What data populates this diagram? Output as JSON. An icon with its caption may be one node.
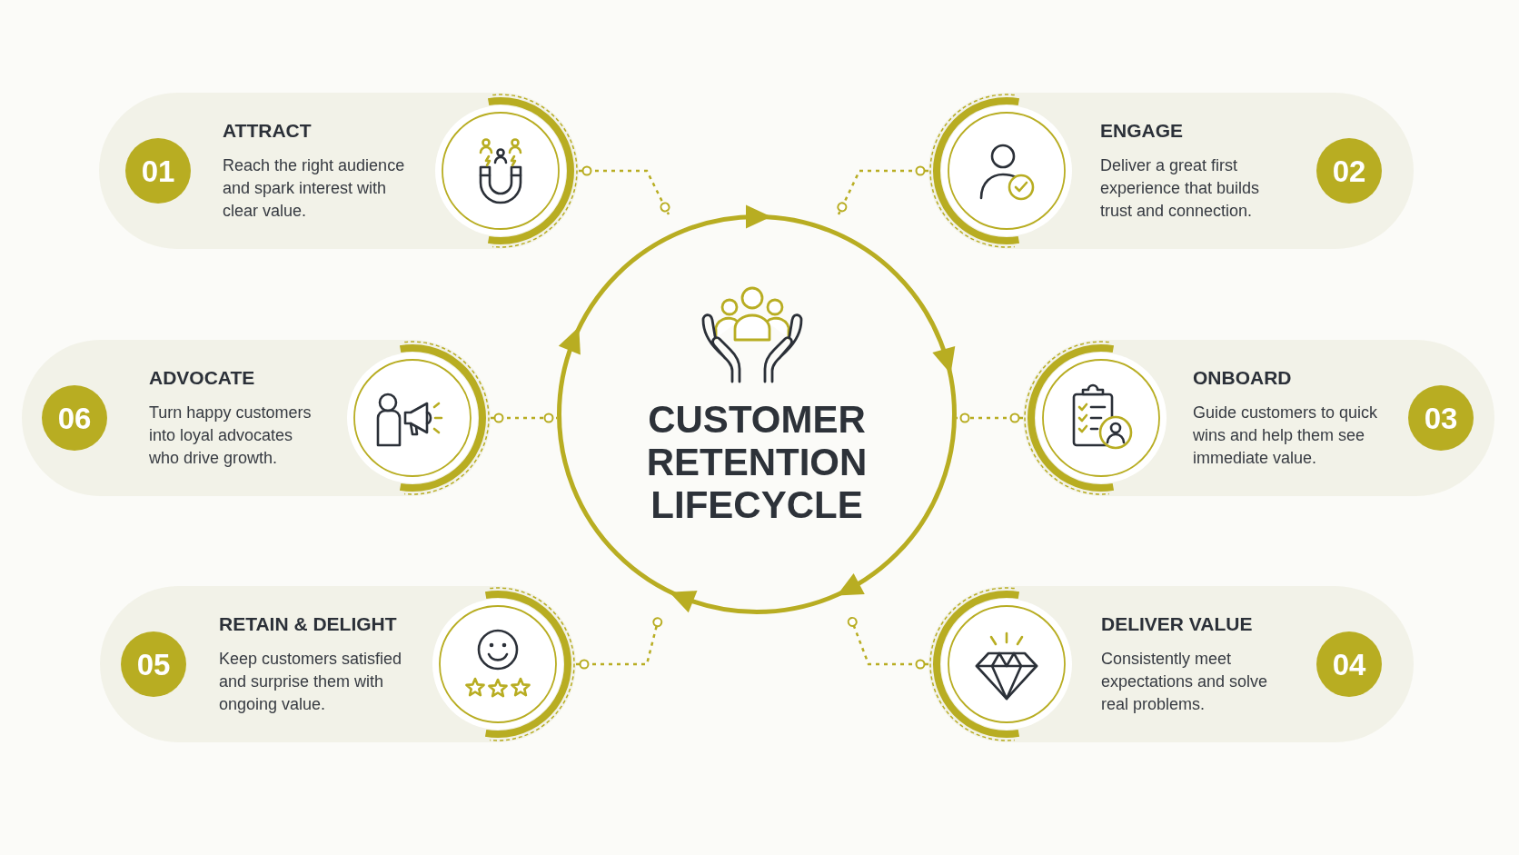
{
  "diagram": {
    "nodes": [
      {
        "text": [
          "ATTRACT",
          "Reach the right audience and spark interest with clear value."
        ]
      },
      {
        "text": [
          "01"
        ],
        "in": 0
      },
      {
        "text": [
          "ENGAGE",
          "Deliver a great first experience that builds trust and connection."
        ]
      },
      {
        "text": [
          "02"
        ],
        "in": 2
      },
      {
        "text": [
          "ADVOCATE",
          "Turn happy customers into loyal advocates who drive growth."
        ]
      },
      {
        "text": [
          "06"
        ],
        "in": 4
      },
      {
        "text": [
          "CUSTOMER RETENTION LIFECYCLE"
        ]
      },
      {
        "text": [
          "ONBOARD",
          "Guide customers to quick wins and help them see immediate value."
        ]
      },
      {
        "text": [
          "03"
        ],
        "in": 7
      },
      {
        "text": [
          "RETAIN & DELIGHT",
          "Keep customers satisfied and surprise them with ongoing value."
        ]
      },
      {
        "text": [
          "05"
        ],
        "in": 9
      },
      {
        "text": [
          "DELIVER VALUE",
          "Consistently meet expectations and solve real problems."
        ]
      },
      {
        "text": [
          "04"
        ],
        "in": 11
      }
    ],
    "edges": [
      {
        "from": 0,
        "to": 6,
        "arrow": "other",
        "style": "dashed"
      },
      {
        "from": 2,
        "to": 6,
        "arrow": "other",
        "style": "dashed"
      },
      {
        "from": 4,
        "to": 6,
        "arrow": "other",
        "style": "dashed"
      },
      {
        "from": 7,
        "to": 6,
        "arrow": "other",
        "style": "dashed"
      },
      {
        "from": 9,
        "to": 6,
        "arrow": "other",
        "style": "dashed"
      },
      {
        "from": 11,
        "to": 6,
        "arrow": "other",
        "style": "dashed"
      }
    ]
  }
}
